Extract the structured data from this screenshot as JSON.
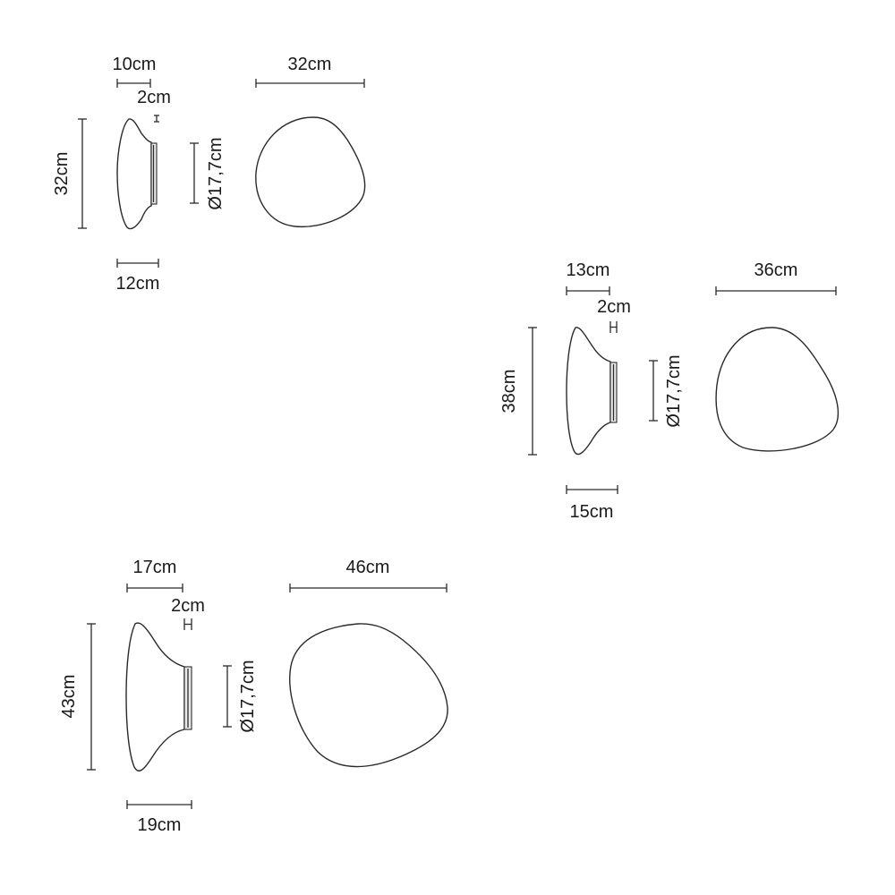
{
  "lamps": [
    {
      "depth_label": "10cm",
      "mount_label": "2cm",
      "height_label": "32cm",
      "base_label": "12cm",
      "diameter_label": "Ø17,7cm",
      "width_label": "32cm"
    },
    {
      "depth_label": "13cm",
      "mount_label": "2cm",
      "height_label": "38cm",
      "base_label": "15cm",
      "diameter_label": "Ø17,7cm",
      "width_label": "36cm"
    },
    {
      "depth_label": "17cm",
      "mount_label": "2cm",
      "height_label": "43cm",
      "base_label": "19cm",
      "diameter_label": "Ø17,7cm",
      "width_label": "46cm"
    }
  ]
}
